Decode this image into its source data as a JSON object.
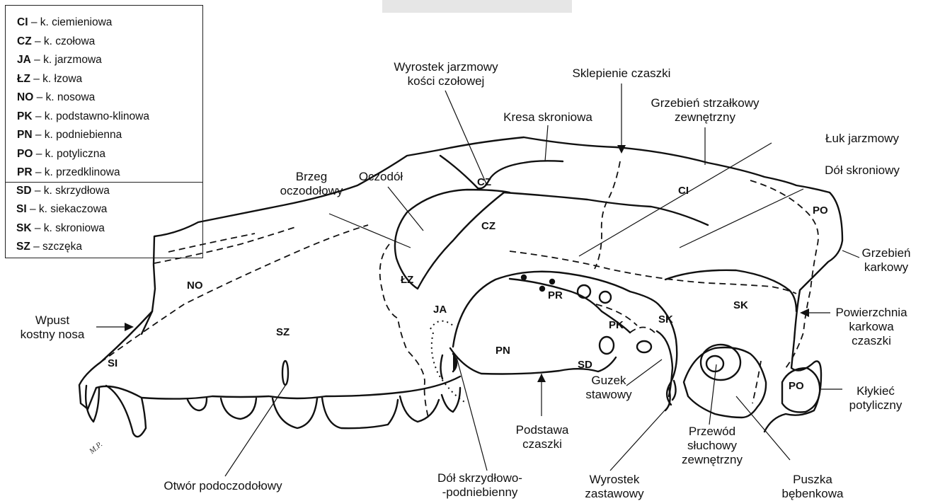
{
  "legend": [
    {
      "abbr": "CI",
      "name": "– k. ciemieniowa"
    },
    {
      "abbr": "CZ",
      "name": "– k. czołowa"
    },
    {
      "abbr": "JA",
      "name": "– k. jarzmowa"
    },
    {
      "abbr": "ŁZ",
      "name": "– k. łzowa"
    },
    {
      "abbr": "NO",
      "name": "– k. nosowa"
    },
    {
      "abbr": "PK",
      "name": "– k. podstawno-klinowa"
    },
    {
      "abbr": "PN",
      "name": "– k. podniebienna"
    },
    {
      "abbr": "PO",
      "name": "– k. potyliczna"
    },
    {
      "abbr": "PR",
      "name": "– k. przedklinowa"
    },
    {
      "abbr": "SD",
      "name": "– k. skrzydłowa"
    },
    {
      "abbr": "SI",
      "name": "– k. siekaczowa"
    },
    {
      "abbr": "SK",
      "name": "– k. skroniowa"
    },
    {
      "abbr": "SZ",
      "name": "– szczęka"
    }
  ],
  "labels": {
    "wyrostek_jarzmowy_1": "Wyrostek jarzmowy",
    "wyrostek_jarzmowy_2": "kości czołowej",
    "sklepienie": "Sklepienie czaszki",
    "kresa": "Kresa skroniowa",
    "grzebien_strz_1": "Grzebień strzałkowy",
    "grzebien_strz_2": "zewnętrzny",
    "luk": "Łuk jarzmowy",
    "dol_skroniowy": "Dół skroniowy",
    "brzeg_1": "Brzeg",
    "brzeg_2": "oczodołowy",
    "oczodol": "Oczodół",
    "grzebien_kark_1": "Grzebień",
    "grzebien_kark_2": "karkowy",
    "wpust_1": "Wpust",
    "wpust_2": "kostny nosa",
    "powierzchnia_1": "Powierzchnia",
    "powierzchnia_2": "karkowa",
    "powierzchnia_3": "czaszki",
    "guzek_1": "Guzek",
    "guzek_2": "stawowy",
    "klykiec_1": "Kłykieć",
    "klykiec_2": "potyliczny",
    "podstawa_1": "Podstawa",
    "podstawa_2": "czaszki",
    "przewod_1": "Przewód",
    "przewod_2": "słuchowy",
    "przewod_3": "zewnętrzny",
    "otwor": "Otwór podoczodołowy",
    "dol_skrz_1": "Dół skrzydłowo-",
    "dol_skrz_2": "-podniebienny",
    "wyrostek_zast_1": "Wyrostek",
    "wyrostek_zast_2": "zastawowy",
    "puszka_1": "Puszka",
    "puszka_2": "bębenkowa"
  },
  "bones": {
    "cz_small": "CZ",
    "cz_main": "CZ",
    "ci": "CI",
    "po_top": "PO",
    "lz": "ŁZ",
    "no": "NO",
    "ja": "JA",
    "pr": "PR",
    "pk": "PK",
    "sk_left": "SK",
    "sk_right": "SK",
    "sz": "SZ",
    "pn": "PN",
    "sd": "SD",
    "si": "SI",
    "po_bottom": "PO"
  },
  "signature": "M.P."
}
